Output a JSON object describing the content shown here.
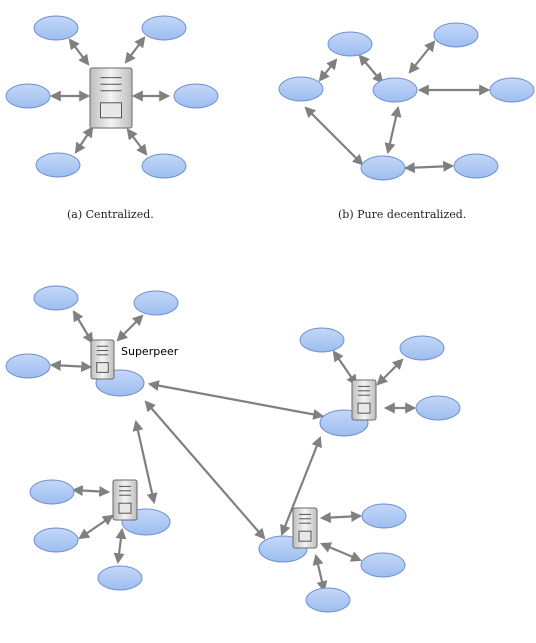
{
  "captions": {
    "centralized": "(a) Centralized.",
    "pure_decentralized": "(b) Pure decentralized."
  },
  "labels": {
    "superpeer": "Superpeer"
  },
  "colors": {
    "node_fill": "#a9c6f2",
    "node_stroke": "#6e8fd0",
    "server_fill": "#d8d8d8",
    "server_stroke": "#6a6a6a",
    "arrow": "#808080"
  },
  "icons": [
    "peer-node-ellipse",
    "server-icon",
    "double-arrow"
  ]
}
